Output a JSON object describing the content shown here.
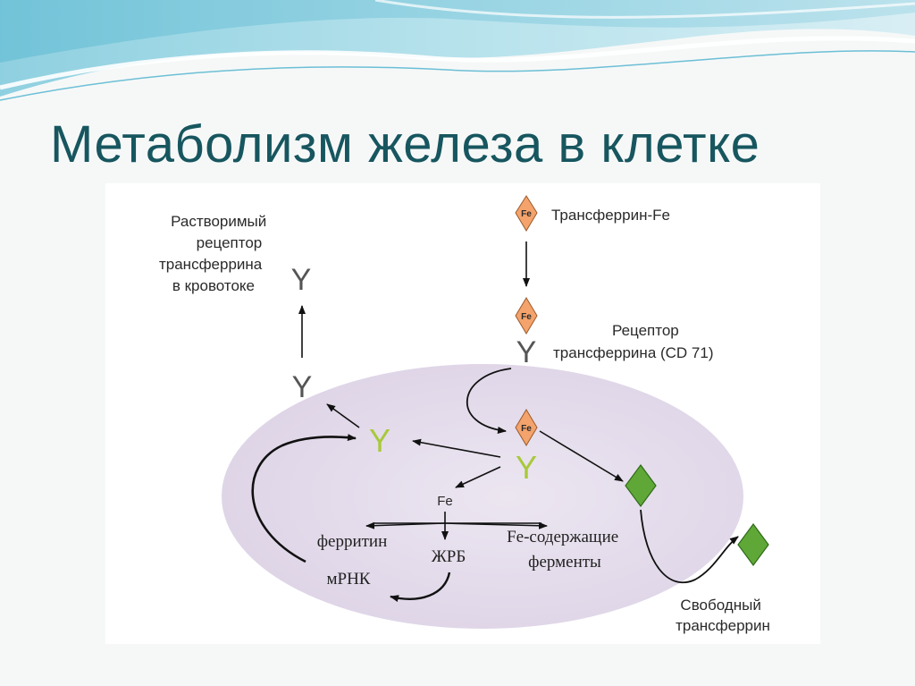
{
  "slide": {
    "title": "Метаболизм железа в клетке"
  },
  "diagram": {
    "soluble_receptor_label": [
      "Растворимый",
      "рецептор",
      "трансферрина",
      "в кровотоке"
    ],
    "transferrin_fe_label": "Трансферрин-Fe",
    "receptor_label": [
      "Рецептор",
      "трансферрина (CD 71)"
    ],
    "fe_badge": "Fe",
    "fe_center": "Fe",
    "ferritin": "ферритин",
    "zhrb": "ЖРБ",
    "fe_enzymes": [
      "Fe-содержащие",
      "ферменты"
    ],
    "mrnk": "мРНК",
    "free_transferrin": [
      "Свободный",
      "трансферрин"
    ]
  },
  "colors": {
    "title": "#17565f",
    "cell": "#e4dcec",
    "fe_diamond": "#f3a36b",
    "transferrin_diamond": "#5fa838",
    "receptor_in_cell": "#a8c93a",
    "receptor_outside": "#555555",
    "wave_light": "#a7d9e6",
    "wave_mid": "#6fc1d8"
  }
}
